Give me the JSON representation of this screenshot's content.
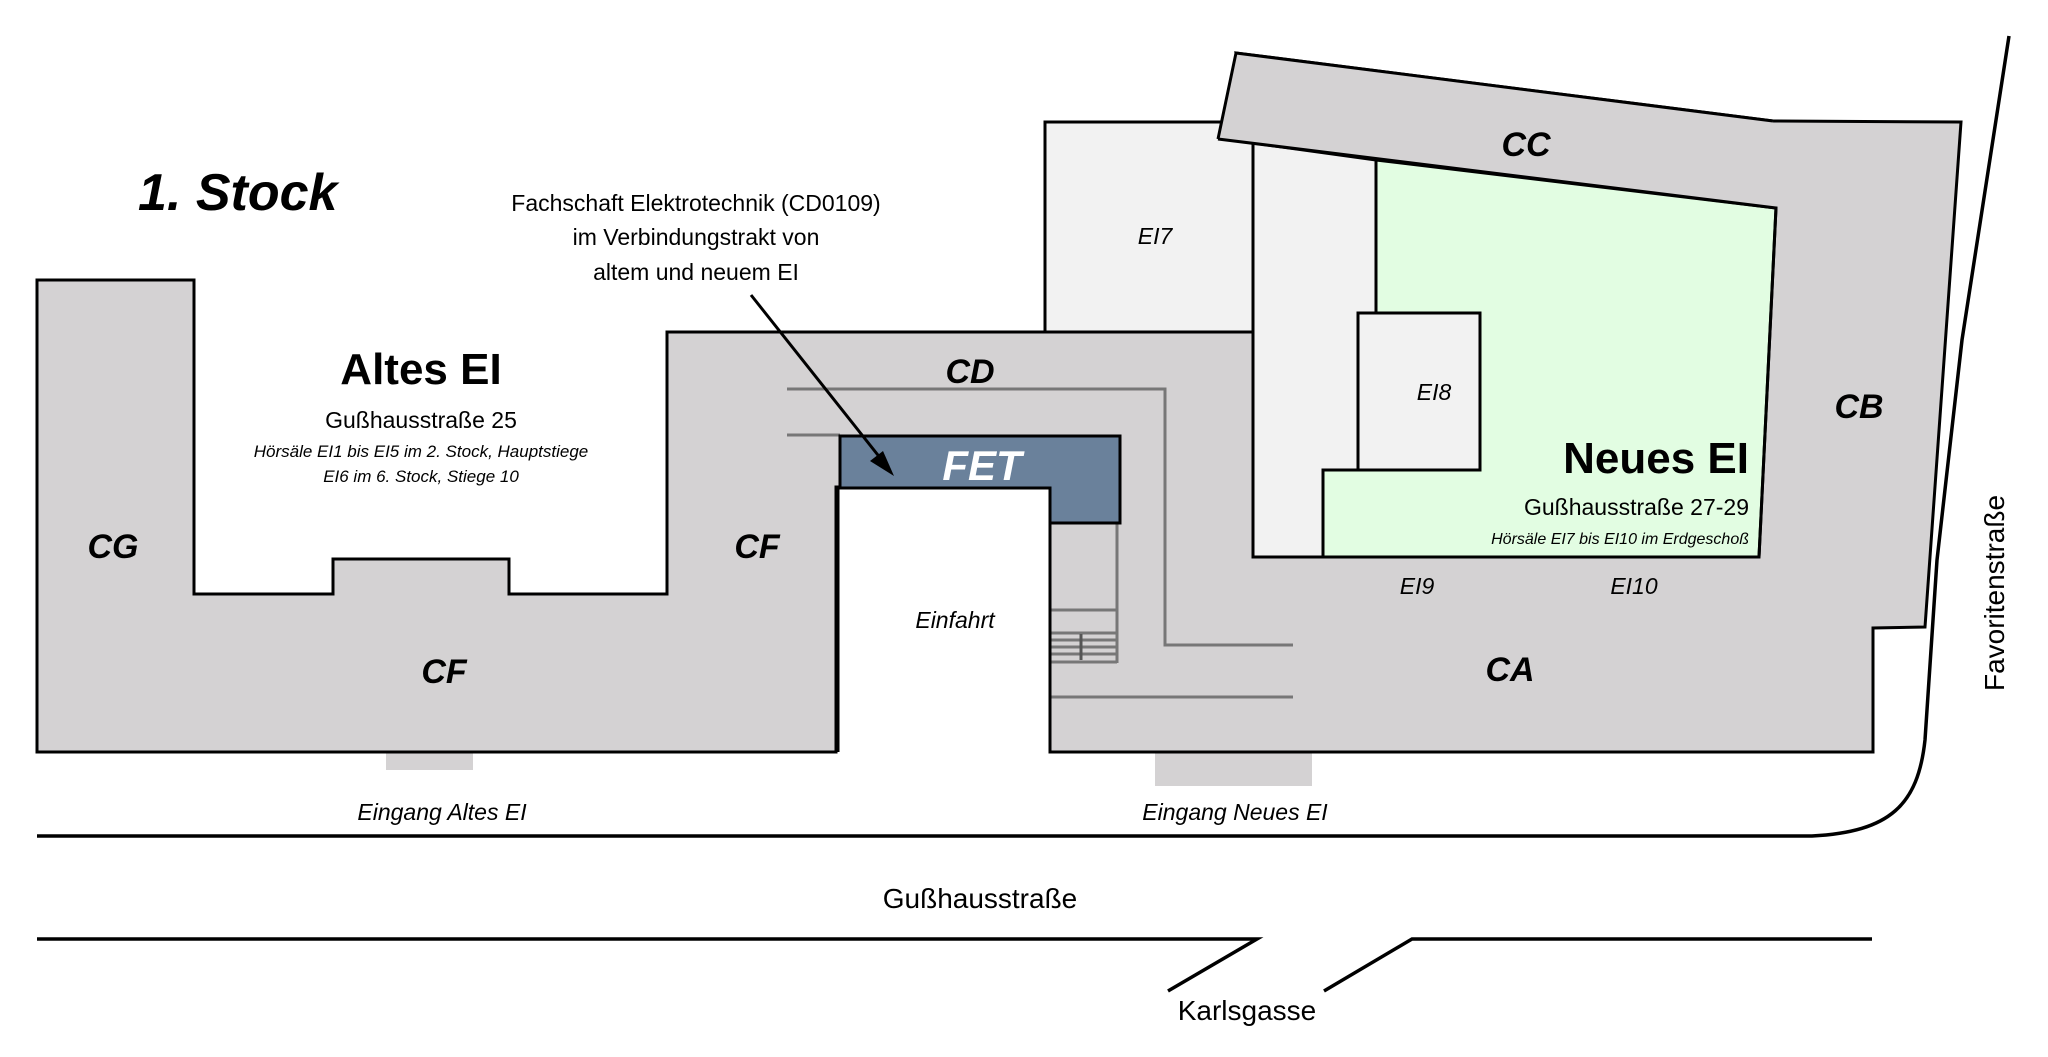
{
  "title": "1. Stock",
  "callout": {
    "lines": [
      "Fachschaft Elektrotechnik (CD0109)",
      "im Verbindungstrakt von",
      "altem und neuem EI"
    ]
  },
  "altes_ei": {
    "name": "Altes EI",
    "address": "Gußhausstraße 25",
    "note_lines": [
      "Hörsäle EI1 bis EI5 im 2. Stock, Hauptstiege",
      "EI6 im 6. Stock, Stiege 10"
    ]
  },
  "neues_ei": {
    "name": "Neues EI",
    "address": "Gußhausstraße 27-29",
    "note": "Hörsäle EI7 bis EI10 im Erdgeschoß"
  },
  "wings": {
    "cg": "CG",
    "cf_upper": "CF",
    "cf_lower": "CF",
    "cd": "CD",
    "cc": "CC",
    "cb": "CB",
    "ca": "CA"
  },
  "rooms": {
    "fet": "FET",
    "ei7": "EI7",
    "ei8": "EI8",
    "ei9": "EI9",
    "ei10": "EI10"
  },
  "labels": {
    "einfahrt": "Einfahrt",
    "eingang_altes": "Eingang Altes EI",
    "eingang_neues": "Eingang Neues EI"
  },
  "streets": {
    "gusshaus": "Gußhausstraße",
    "favoriten": "Favoritenstraße",
    "karls": "Karlsgasse"
  },
  "colors": {
    "building": "#d4d2d3",
    "room_light": "#f2f2f2",
    "neues_ei": "#e2fde2",
    "fet": "#6a819b"
  }
}
